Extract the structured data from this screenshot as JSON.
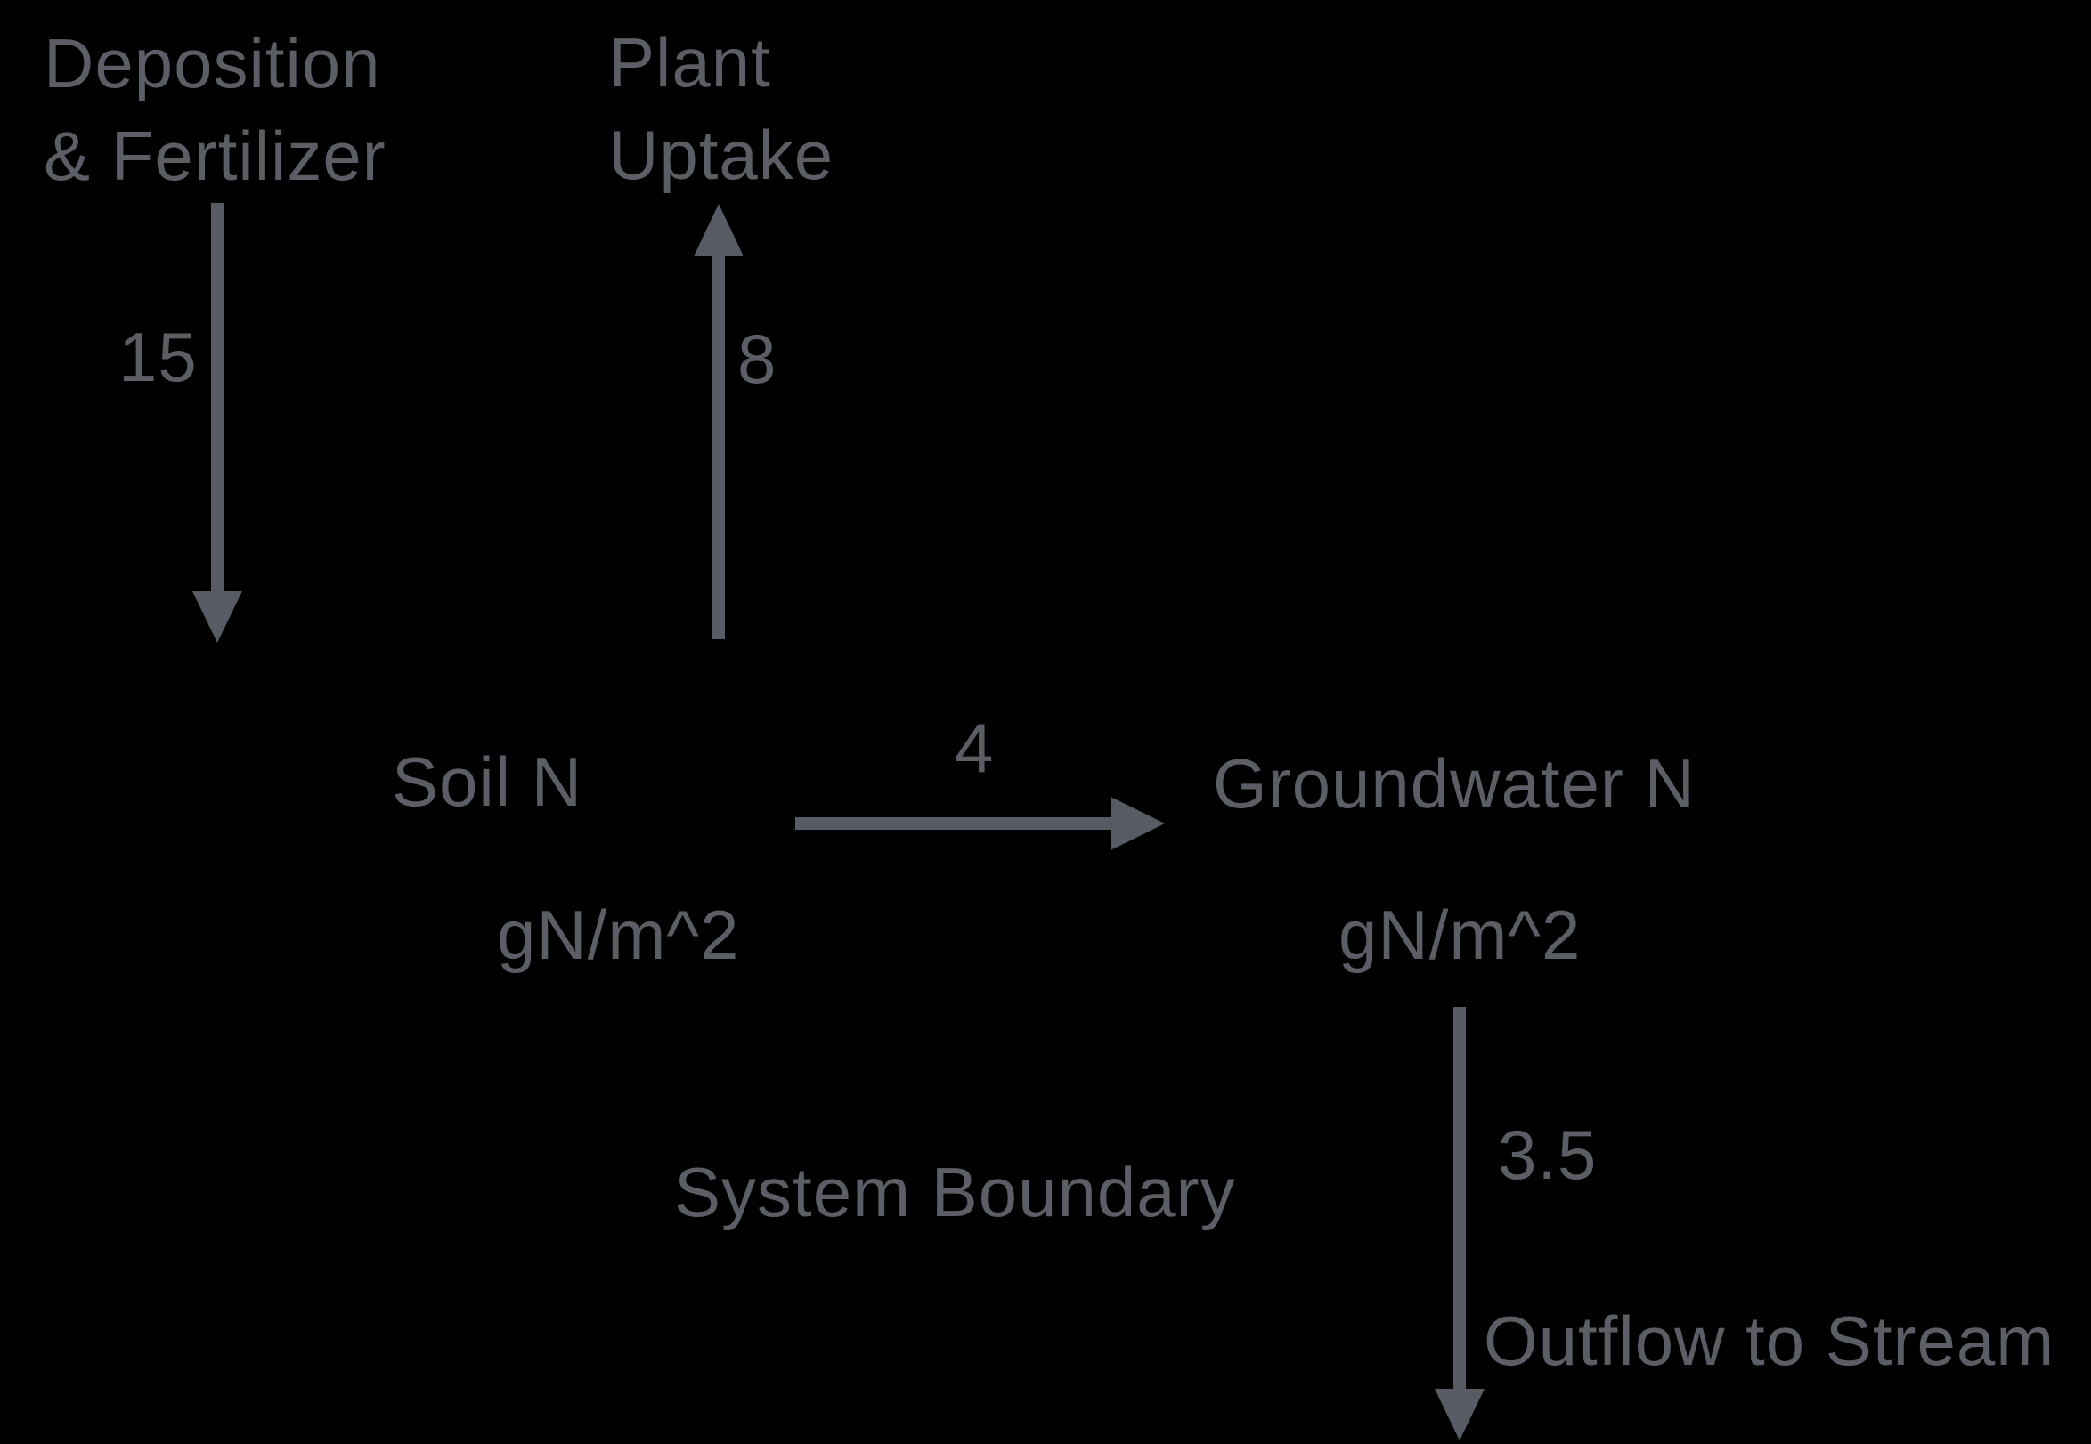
{
  "palette": {
    "background": "#000000",
    "text": "#5b5f65",
    "arrow": "#575c64"
  },
  "diagram": {
    "deposition": {
      "line1": "Deposition",
      "line2": "& Fertilizer"
    },
    "plant": {
      "line1": "Plant",
      "line2": "Uptake"
    },
    "soil": {
      "name": "Soil N",
      "units": "gN/m^2"
    },
    "groundwater": {
      "name": "Groundwater N",
      "units": "gN/m^2"
    },
    "flows": {
      "deposition_to_soil": "15",
      "soil_to_plant": "8",
      "soil_to_groundwater": "4",
      "groundwater_to_stream": "3.5"
    },
    "outflow_label": "Outflow to Stream",
    "boundary_label": "System Boundary"
  }
}
